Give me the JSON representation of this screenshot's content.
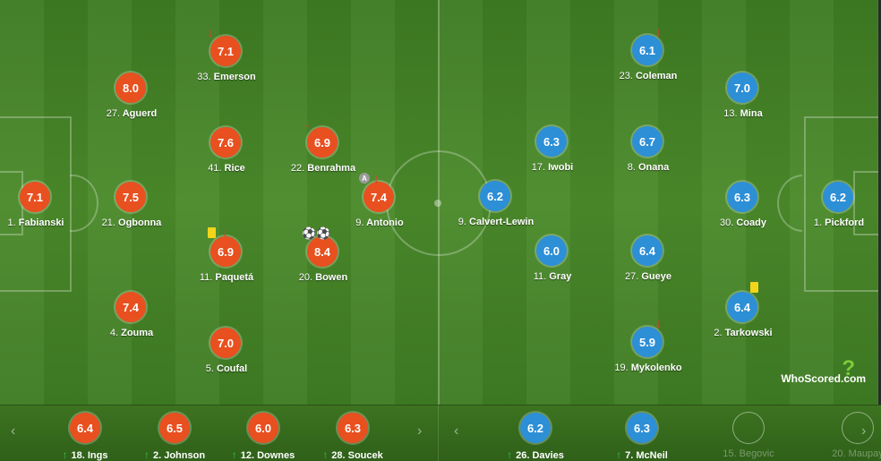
{
  "colors": {
    "home": "#e8501f",
    "away": "#2d8fd6"
  },
  "home": {
    "players": [
      {
        "rating": "7.1",
        "num": "1.",
        "name": "Fabianski"
      },
      {
        "rating": "8.0",
        "num": "27.",
        "name": "Aguerd"
      },
      {
        "rating": "7.5",
        "num": "21.",
        "name": "Ogbonna"
      },
      {
        "rating": "7.4",
        "num": "4.",
        "name": "Zouma"
      },
      {
        "rating": "7.1",
        "num": "33.",
        "name": "Emerson"
      },
      {
        "rating": "7.6",
        "num": "41.",
        "name": "Rice"
      },
      {
        "rating": "6.9",
        "num": "11.",
        "name": "Paquetá"
      },
      {
        "rating": "7.0",
        "num": "5.",
        "name": "Coufal"
      },
      {
        "rating": "6.9",
        "num": "22.",
        "name": "Benrahma"
      },
      {
        "rating": "8.4",
        "num": "20.",
        "name": "Bowen"
      },
      {
        "rating": "7.4",
        "num": "9.",
        "name": "Antonio"
      }
    ],
    "subs": [
      {
        "rating": "6.4",
        "num": "18.",
        "name": "Ings"
      },
      {
        "rating": "6.5",
        "num": "2.",
        "name": "Johnson"
      },
      {
        "rating": "6.0",
        "num": "12.",
        "name": "Downes"
      },
      {
        "rating": "6.3",
        "num": "28.",
        "name": "Soucek"
      }
    ]
  },
  "away": {
    "players": [
      {
        "rating": "6.2",
        "num": "1.",
        "name": "Pickford"
      },
      {
        "rating": "7.0",
        "num": "13.",
        "name": "Mina"
      },
      {
        "rating": "6.3",
        "num": "30.",
        "name": "Coady"
      },
      {
        "rating": "6.4",
        "num": "2.",
        "name": "Tarkowski"
      },
      {
        "rating": "6.1",
        "num": "23.",
        "name": "Coleman"
      },
      {
        "rating": "6.7",
        "num": "8.",
        "name": "Onana"
      },
      {
        "rating": "6.4",
        "num": "27.",
        "name": "Gueye"
      },
      {
        "rating": "5.9",
        "num": "19.",
        "name": "Mykolenko"
      },
      {
        "rating": "6.3",
        "num": "17.",
        "name": "Iwobi"
      },
      {
        "rating": "6.0",
        "num": "11.",
        "name": "Gray"
      },
      {
        "rating": "6.2",
        "num": "9.",
        "name": "Calvert-Lewin"
      }
    ],
    "subs": [
      {
        "rating": "6.2",
        "num": "26.",
        "name": "Davies"
      },
      {
        "rating": "6.3",
        "num": "7.",
        "name": "McNeil"
      },
      {
        "rating": "",
        "num": "15.",
        "name": "Begovic"
      },
      {
        "rating": "",
        "num": "20.",
        "name": "Maupay"
      }
    ]
  },
  "captain_mark": "A",
  "goal_icons": "⚽⚽",
  "logo": {
    "text": "WhoScored.com",
    "mark": "?"
  },
  "nav": {
    "prev": "‹",
    "next": "›"
  }
}
